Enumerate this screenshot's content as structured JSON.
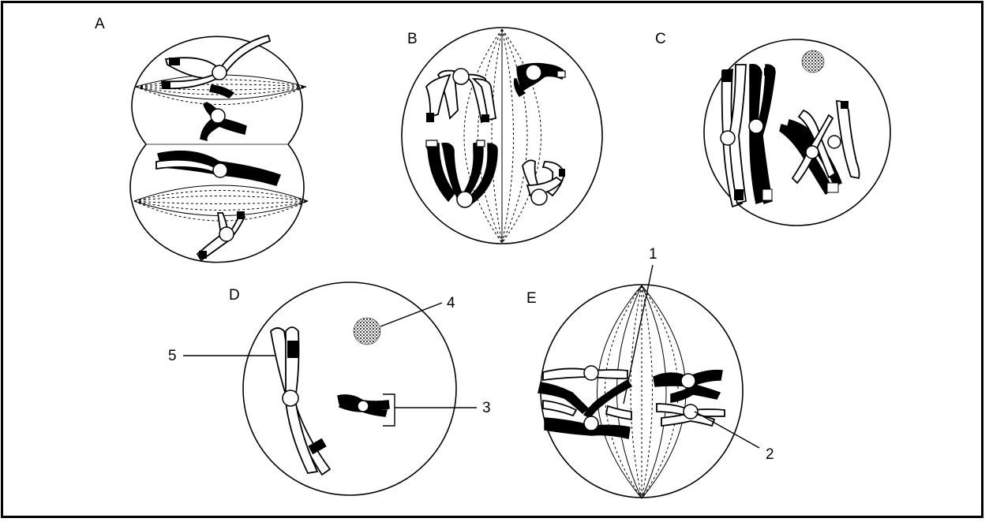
{
  "diagram": {
    "cells": [
      {
        "id": "A",
        "label": "A"
      },
      {
        "id": "B",
        "label": "B"
      },
      {
        "id": "C",
        "label": "C"
      },
      {
        "id": "D",
        "label": "D"
      },
      {
        "id": "E",
        "label": "E"
      }
    ],
    "callouts": [
      {
        "id": "1",
        "label": "1"
      },
      {
        "id": "2",
        "label": "2"
      },
      {
        "id": "3",
        "label": "3"
      },
      {
        "id": "4",
        "label": "4"
      },
      {
        "id": "5",
        "label": "5"
      }
    ],
    "colors": {
      "ink": "#000000",
      "background": "#ffffff",
      "nucleolus": "#555555"
    }
  }
}
